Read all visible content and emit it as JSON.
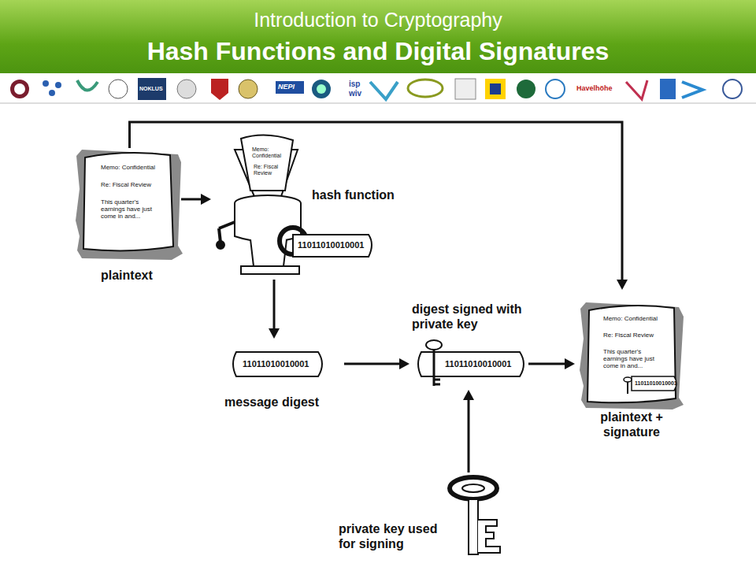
{
  "diagram": {
    "title": "Hash Functions and Digital Signatures",
    "nodes": [
      {
        "text": [
          "plaintext",
          "Memo: Confidential",
          "Re: Fiscal Review",
          "This quarter's earnings have just come in and..."
        ]
      },
      {
        "text": [
          "hash function",
          "Memo: Confidential",
          "Re: Fiscal Review",
          "11011010010001"
        ]
      },
      {
        "text": [
          "message digest",
          "11011010010001"
        ]
      },
      {
        "text": [
          "digest signed with private key",
          "11011010010001"
        ]
      },
      {
        "text": [
          "private key used for signing"
        ]
      },
      {
        "text": [
          "plaintext + signature",
          "Memo: Confidential",
          "Re: Fiscal Review",
          "This quarter's earnings have just come in and...",
          "11011010010001"
        ]
      }
    ],
    "edges": [
      {
        "from": 0,
        "to": 1,
        "arrow": "to"
      },
      {
        "from": 1,
        "to": 2,
        "arrow": "to"
      },
      {
        "from": 2,
        "to": 3,
        "arrow": "to"
      },
      {
        "from": 4,
        "to": 3,
        "arrow": "to"
      },
      {
        "from": 3,
        "to": 5,
        "arrow": "to"
      },
      {
        "from": 0,
        "to": 5,
        "arrow": "to"
      }
    ],
    "labels": [
      "Introduction to Cryptography",
      "NOKLUS",
      "NEPI",
      "isp",
      "wiv",
      "Havelhöhe"
    ]
  }
}
